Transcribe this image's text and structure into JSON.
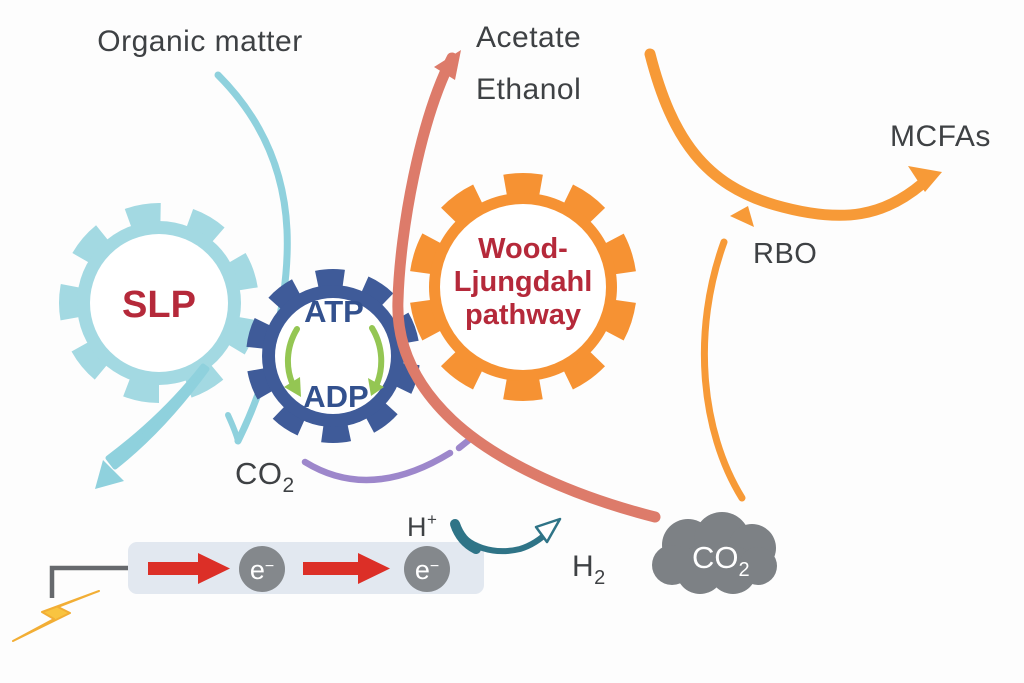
{
  "labels": {
    "organic_matter": "Organic matter",
    "acetate": "Acetate",
    "ethanol": "Ethanol",
    "mcfas": "MCFAs",
    "rbo": "RBO",
    "slp": "SLP",
    "atp": "ATP",
    "adp": "ADP",
    "wood_ljungdahl": {
      "line1": "Wood-",
      "line2": "Ljungdahl",
      "line3": "pathway"
    },
    "co2_recycle": {
      "base": "CO",
      "sub": "2"
    },
    "h_plus": {
      "base": "H",
      "sup": "+"
    },
    "h2": {
      "base": "H",
      "sub": "2"
    },
    "co2_cloud": {
      "base": "CO",
      "sub": "2"
    },
    "electron_left": {
      "base": "e",
      "sup": "−"
    },
    "electron_right": {
      "base": "e",
      "sup": "−"
    }
  },
  "colors": {
    "organic_matter_flow": "#8fd1dd",
    "slp_gear": "#a3d9e2",
    "atp_gear": "#3f5b99",
    "atp_text": "#33518e",
    "cycle_arrows": "#94c653",
    "wood_gear": "#f69233",
    "pathway_text": "#b5293a",
    "acetate_arrow": "#dd7b6a",
    "mcfa_arrow": "#f79a37",
    "co2_arc": "#9d87cb",
    "h2_arrow": "#2f7487",
    "label_text": "#3e4144",
    "cloud": "#7d8185",
    "electron_circle": "#84888c",
    "electron_arrow": "#dc2f27",
    "electron_box": "#e2e8f0",
    "wire": "#66696d",
    "lightning": "#f9c440"
  }
}
